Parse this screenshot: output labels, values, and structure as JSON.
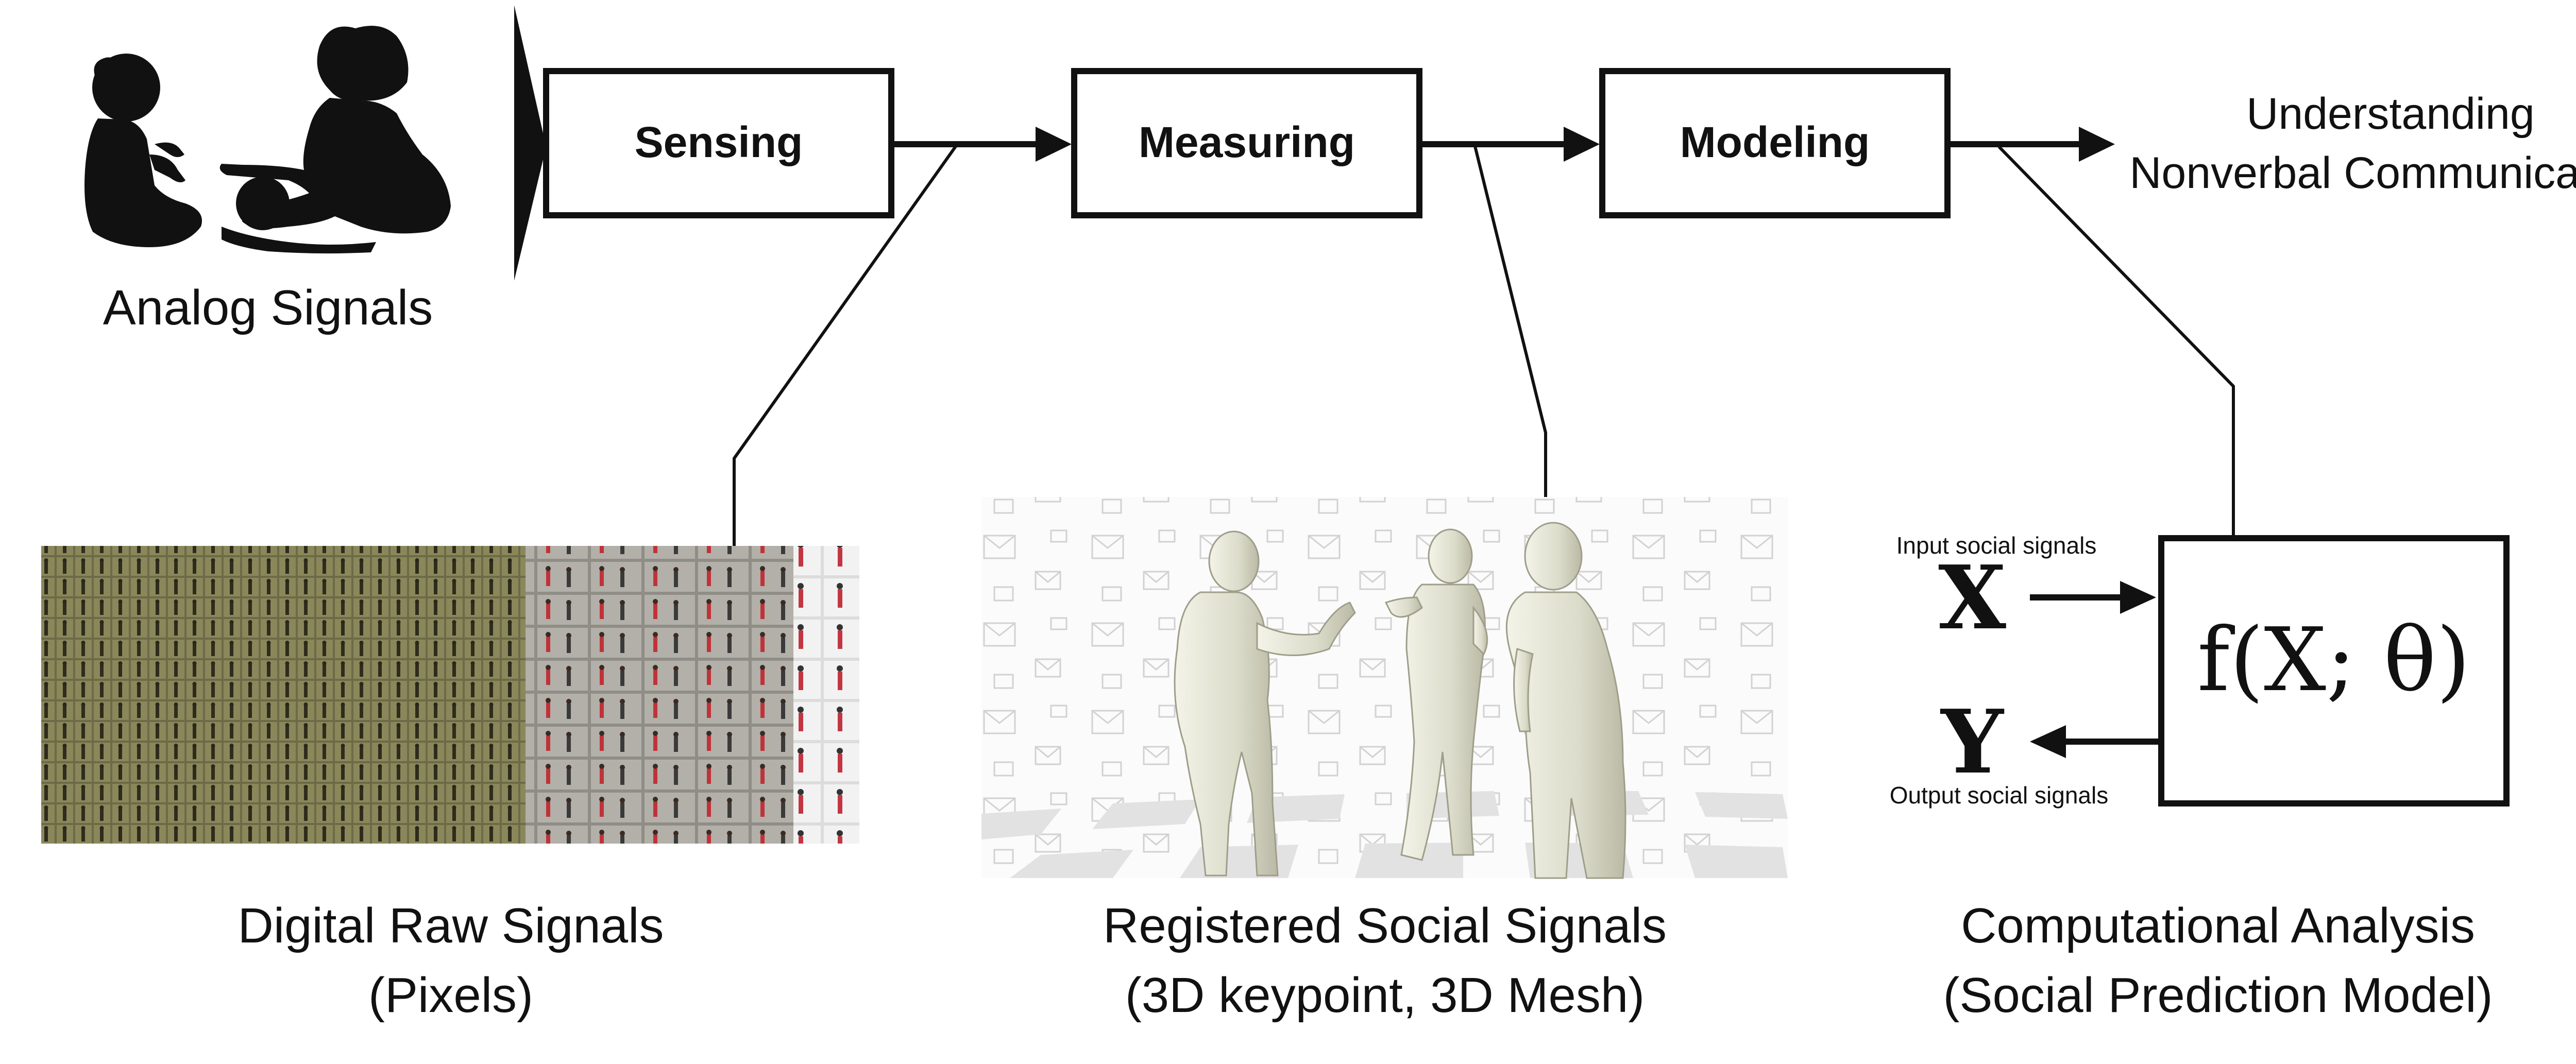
{
  "pipeline": {
    "input_label": "Analog Signals",
    "stages": [
      "Sensing",
      "Measuring",
      "Modeling"
    ],
    "output_label_line1": "Understanding",
    "output_label_line2": "Nonverbal Communication"
  },
  "panels": {
    "raw": {
      "caption_line1": "Digital Raw Signals",
      "caption_line2": "(Pixels)"
    },
    "registered": {
      "caption_line1": "Registered Social Signals",
      "caption_line2": "(3D keypoint, 3D Mesh)"
    },
    "analysis": {
      "caption_line1": "Computational Analysis",
      "caption_line2": "(Social Prediction Model)",
      "input_label": "Input social signals",
      "output_label": "Output social signals",
      "input_symbol": "X",
      "output_symbol": "Y",
      "function_text": "f(X; θ)"
    }
  },
  "colors": {
    "ink": "#111111",
    "video_grid_dark": "#6b6b48",
    "video_grid_light": "#a0a09a",
    "mesh": "#e6e6d6"
  }
}
